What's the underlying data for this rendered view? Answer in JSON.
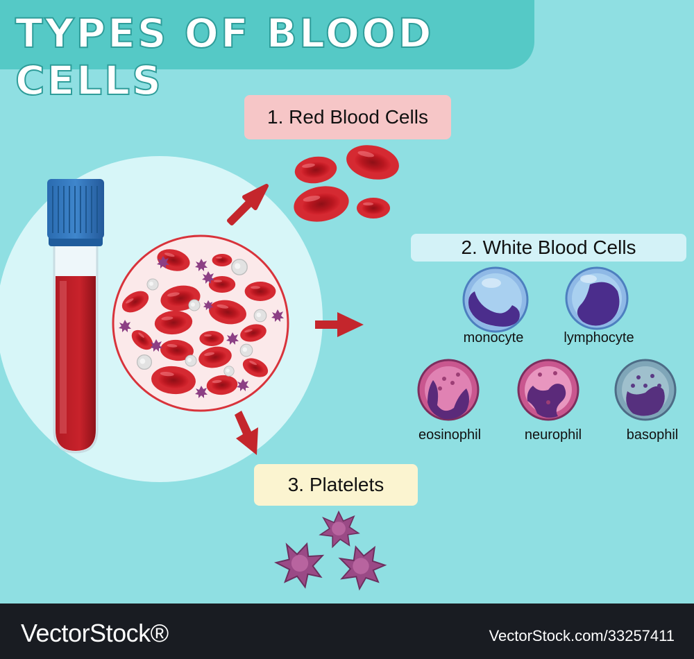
{
  "title": "TYPES OF BLOOD CELLS",
  "sections": {
    "red": {
      "label": "1. Red Blood Cells"
    },
    "white": {
      "label": "2.  White Blood Cells",
      "cells": [
        "monocyte",
        "lymphocyte",
        "eosinophil",
        "neurophil",
        "basophil"
      ]
    },
    "platelets": {
      "label": "3. Platelets"
    }
  },
  "footer": {
    "watermark": "VectorStock®",
    "image_id": "VectorStock.com/33257411"
  },
  "colors": {
    "background": "#8fdfe2",
    "title_bar": "#55c9c6",
    "arrow": "#c4262c",
    "red_cell": "#d0212a",
    "tube_cap": "#2d6fb4"
  }
}
